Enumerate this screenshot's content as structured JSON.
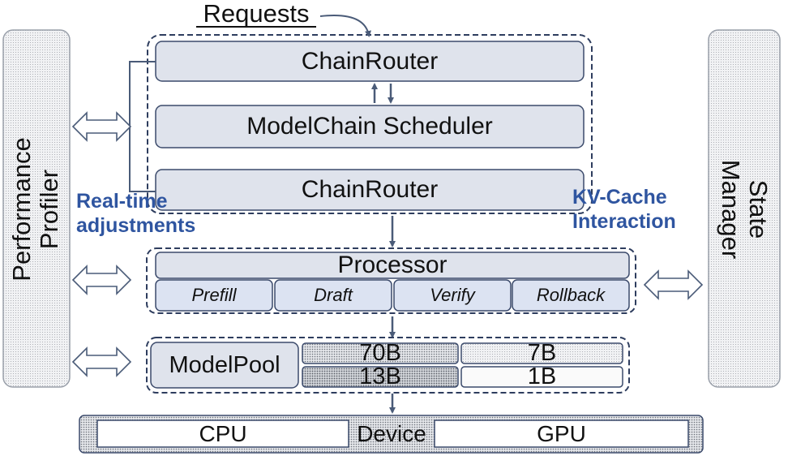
{
  "requests_label": "Requests",
  "router_top": "ChainRouter",
  "scheduler": "ModelChain Scheduler",
  "router_bottom": "ChainRouter",
  "realtime_label": "Real-time\nadjustments",
  "kvcache_label": "KV-Cache\nInteraction",
  "profiler_label": "Performance\nProfiler",
  "state_manager_label": "State\nManager",
  "processor": {
    "title": "Processor",
    "stages": [
      "Prefill",
      "Draft",
      "Verify",
      "Rollback"
    ]
  },
  "model_pool": {
    "title": "ModelPool",
    "models": [
      "70B",
      "7B",
      "13B",
      "1B"
    ]
  },
  "device": {
    "title": "Device",
    "cpu": "CPU",
    "gpu": "GPU"
  },
  "colors": {
    "box_fill": "#dfe3ec",
    "border": "#3b4a6b",
    "accent_blue": "#2f55a0",
    "arrow": "#4a5b78"
  }
}
